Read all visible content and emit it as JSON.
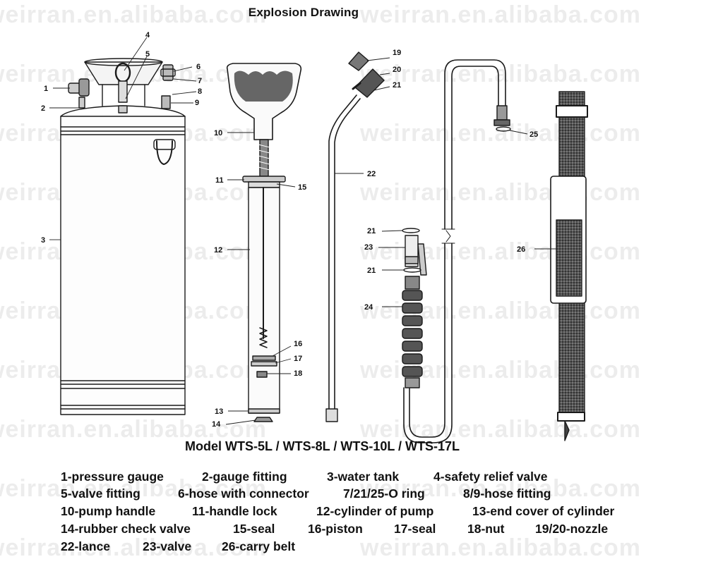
{
  "title": "Explosion Drawing",
  "model": "Model WTS-5L / WTS-8L / WTS-10L / WTS-17L",
  "watermark": "weirran.en.alibaba.com",
  "legend": [
    [
      "1-pressure gauge",
      "2-gauge fitting",
      "3-water tank",
      "4-safety relief valve"
    ],
    [
      "5-valve fitting",
      "6-hose with connector",
      "7/21/25-O ring",
      "8/9-hose fitting"
    ],
    [
      "10-pump handle",
      "11-handle lock",
      "12-cylinder of pump",
      "13-end cover of cylinder"
    ],
    [
      "14-rubber check valve",
      "15-seal",
      "16-piston",
      "17-seal",
      "18-nut",
      "19/20-nozzle"
    ],
    [
      "22-lance",
      "23-valve",
      "26-carry belt"
    ]
  ],
  "callouts": [
    "1",
    "2",
    "3",
    "4",
    "5",
    "6",
    "7",
    "8",
    "9",
    "10",
    "11",
    "12",
    "13",
    "14",
    "15",
    "16",
    "17",
    "18",
    "19",
    "20",
    "21",
    "22",
    "21",
    "23",
    "21",
    "24",
    "25",
    "26"
  ]
}
